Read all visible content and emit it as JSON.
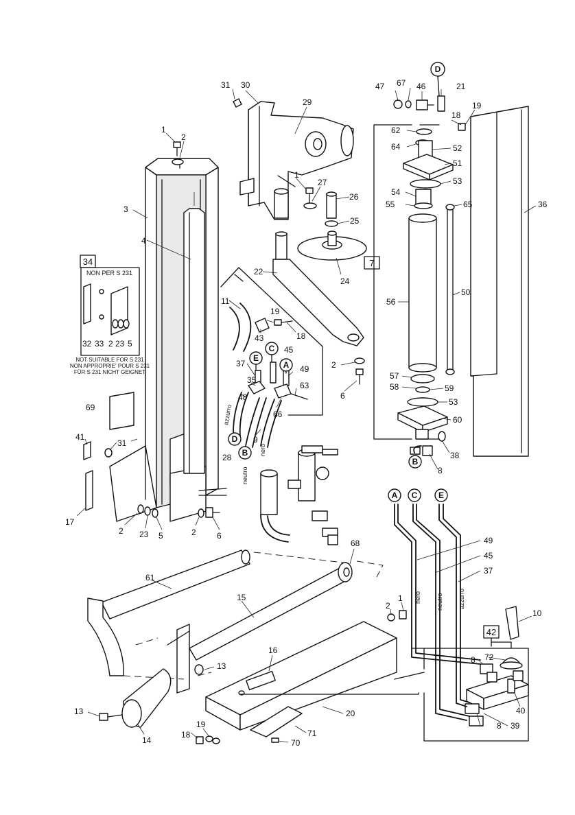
{
  "callouts": [
    {
      "id": "p1a",
      "text": "1"
    },
    {
      "id": "p2a",
      "text": "2"
    },
    {
      "id": "p3",
      "text": "3"
    },
    {
      "id": "p4",
      "text": "4"
    },
    {
      "id": "p31a",
      "text": "31"
    },
    {
      "id": "p30",
      "text": "30"
    },
    {
      "id": "p29",
      "text": "29"
    },
    {
      "id": "p1b",
      "text": "1"
    },
    {
      "id": "p27",
      "text": "27"
    },
    {
      "id": "p26",
      "text": "26"
    },
    {
      "id": "p25",
      "text": "25"
    },
    {
      "id": "p22",
      "text": "22"
    },
    {
      "id": "p24",
      "text": "24"
    },
    {
      "id": "p11",
      "text": "11"
    },
    {
      "id": "p19a",
      "text": "19"
    },
    {
      "id": "p43",
      "text": "43"
    },
    {
      "id": "p18a",
      "text": "18"
    },
    {
      "id": "p2b",
      "text": "2"
    },
    {
      "id": "p6a",
      "text": "6"
    },
    {
      "id": "p37a",
      "text": "37"
    },
    {
      "id": "p45a",
      "text": "45"
    },
    {
      "id": "p49a",
      "text": "49"
    },
    {
      "id": "p35",
      "text": "35"
    },
    {
      "id": "p63",
      "text": "63"
    },
    {
      "id": "p48",
      "text": "48"
    },
    {
      "id": "p66",
      "text": "66"
    },
    {
      "id": "p9",
      "text": "9"
    },
    {
      "id": "p28",
      "text": "28"
    },
    {
      "id": "p47",
      "text": "47"
    },
    {
      "id": "p67",
      "text": "67"
    },
    {
      "id": "p46",
      "text": "46"
    },
    {
      "id": "p21",
      "text": "21"
    },
    {
      "id": "p18b",
      "text": "18"
    },
    {
      "id": "p19b",
      "text": "19"
    },
    {
      "id": "p62",
      "text": "62"
    },
    {
      "id": "p64",
      "text": "64"
    },
    {
      "id": "p52",
      "text": "52"
    },
    {
      "id": "p51",
      "text": "51"
    },
    {
      "id": "p53a",
      "text": "53"
    },
    {
      "id": "p54",
      "text": "54"
    },
    {
      "id": "p55",
      "text": "55"
    },
    {
      "id": "p65",
      "text": "65"
    },
    {
      "id": "p36",
      "text": "36"
    },
    {
      "id": "p56",
      "text": "56"
    },
    {
      "id": "p50",
      "text": "50"
    },
    {
      "id": "p57",
      "text": "57"
    },
    {
      "id": "p58",
      "text": "58"
    },
    {
      "id": "p59",
      "text": "59"
    },
    {
      "id": "p53b",
      "text": "53"
    },
    {
      "id": "p60",
      "text": "60"
    },
    {
      "id": "p38",
      "text": "38"
    },
    {
      "id": "p8a",
      "text": "8"
    },
    {
      "id": "p32",
      "text": "32"
    },
    {
      "id": "p33",
      "text": "33"
    },
    {
      "id": "p2c",
      "text": "2"
    },
    {
      "id": "p23a",
      "text": "23"
    },
    {
      "id": "p5a",
      "text": "5"
    },
    {
      "id": "p69",
      "text": "69"
    },
    {
      "id": "p41",
      "text": "41"
    },
    {
      "id": "p31b",
      "text": "31"
    },
    {
      "id": "p17",
      "text": "17"
    },
    {
      "id": "p2d",
      "text": "2"
    },
    {
      "id": "p23b",
      "text": "23"
    },
    {
      "id": "p5b",
      "text": "5"
    },
    {
      "id": "p2e",
      "text": "2"
    },
    {
      "id": "p6b",
      "text": "6"
    },
    {
      "id": "p49b",
      "text": "49"
    },
    {
      "id": "p45b",
      "text": "45"
    },
    {
      "id": "p37b",
      "text": "37"
    },
    {
      "id": "p68",
      "text": "68"
    },
    {
      "id": "p61",
      "text": "61"
    },
    {
      "id": "p15",
      "text": "15"
    },
    {
      "id": "p2f",
      "text": "2"
    },
    {
      "id": "p1c",
      "text": "1"
    },
    {
      "id": "p10",
      "text": "10"
    },
    {
      "id": "p72",
      "text": "72"
    },
    {
      "id": "p8b",
      "text": "8"
    },
    {
      "id": "p40",
      "text": "40"
    },
    {
      "id": "p8c",
      "text": "8"
    },
    {
      "id": "p39",
      "text": "39"
    },
    {
      "id": "p16",
      "text": "16"
    },
    {
      "id": "p13a",
      "text": "13"
    },
    {
      "id": "p13b",
      "text": "13"
    },
    {
      "id": "p14",
      "text": "14"
    },
    {
      "id": "p20",
      "text": "20"
    },
    {
      "id": "p19c",
      "text": "19"
    },
    {
      "id": "p18c",
      "text": "18"
    },
    {
      "id": "p71",
      "text": "71"
    },
    {
      "id": "p70",
      "text": "70"
    }
  ],
  "boxed_labels": {
    "b34": "34",
    "b7": "7",
    "b42": "42"
  },
  "connectors": {
    "cD1": "D",
    "cE1": "E",
    "cC1": "C",
    "cA1": "A",
    "cD2": "D",
    "cB1": "B",
    "cB2": "B",
    "cA2": "A",
    "cC2": "C",
    "cE2": "E"
  },
  "hose_labels": {
    "azzurro1": "azzurro",
    "neutro1": "neutro",
    "nero1": "nero",
    "nero2": "nero",
    "neutro2": "neutro",
    "azzurro2": "azzurro"
  },
  "notes": {
    "non_per": "NON PER S 231",
    "not_suitable": "NOT SUITABLE FOR S 231",
    "non_approprie": "NON APPROPRIE' POUR S 231",
    "fur": "FÜR S 231 NICHT GEIGNET"
  }
}
